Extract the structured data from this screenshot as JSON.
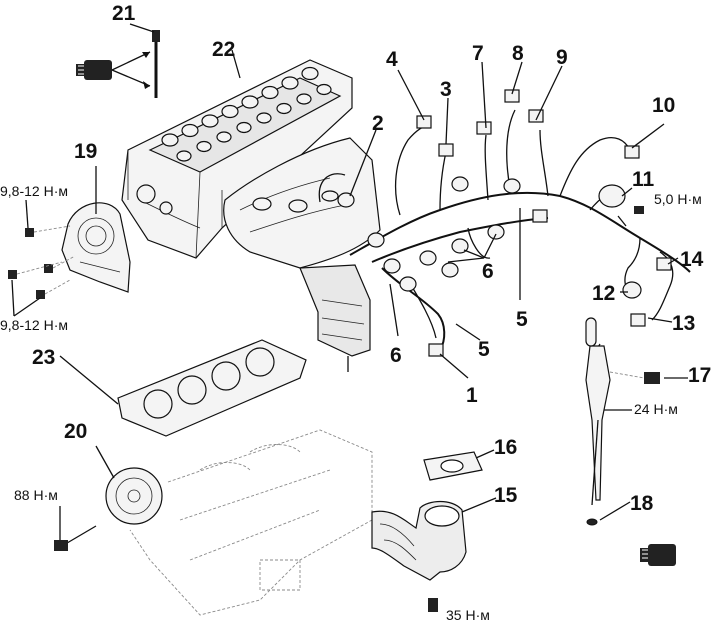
{
  "callouts": {
    "n1": "1",
    "n2": "2",
    "n3": "3",
    "n4": "4",
    "n5a": "5",
    "n5b": "5",
    "n6a": "6",
    "n6b": "6",
    "n7": "7",
    "n8": "8",
    "n9": "9",
    "n10": "10",
    "n11": "11",
    "n12": "12",
    "n13": "13",
    "n14": "14",
    "n15": "15",
    "n16": "16",
    "n17": "17",
    "n18": "18",
    "n19": "19",
    "n20": "20",
    "n21": "21",
    "n22": "22",
    "n23": "23"
  },
  "torques": {
    "t_cover_top": "9,8-12 Н·м",
    "t_cover_bottom": "9,8-12 Н·м",
    "t_sensor": "5,0 Н·м",
    "t_dipstick": "24 Н·м",
    "t_crank": "88 Н·м",
    "t_pipe": "35 Н·м"
  }
}
